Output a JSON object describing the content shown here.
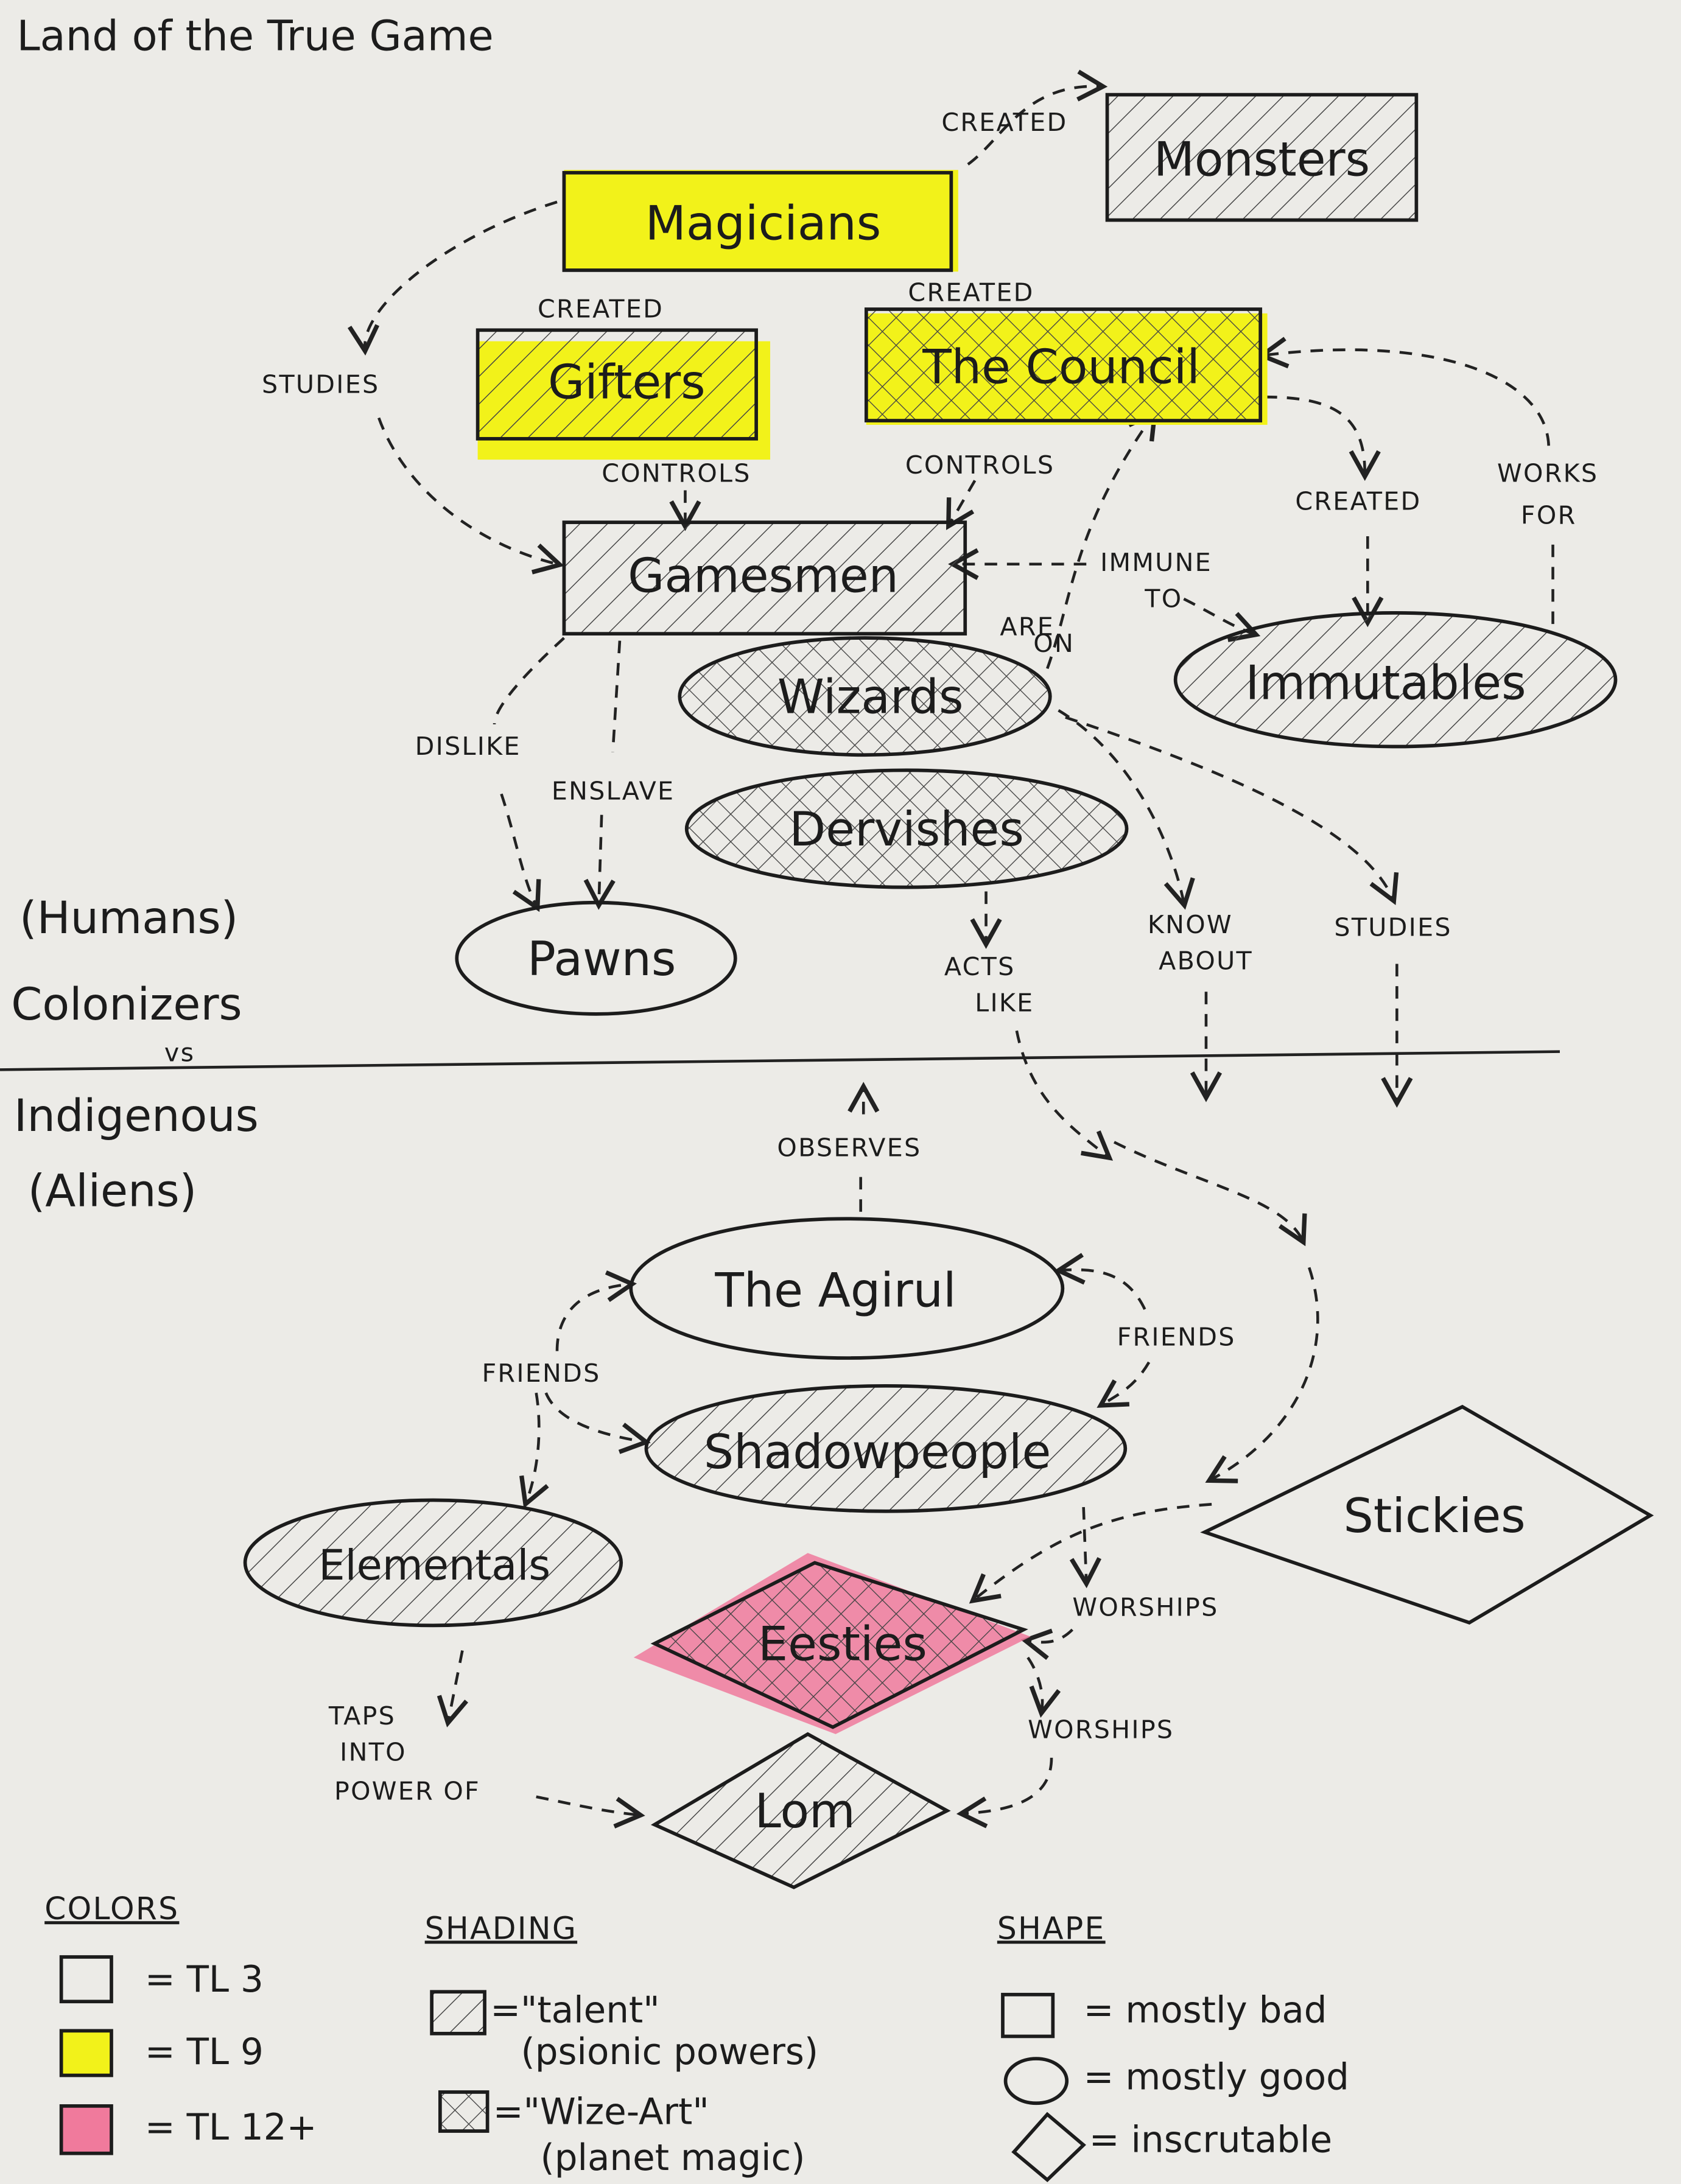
{
  "title": "Land of the True Game",
  "colors": {
    "paper": "#ecebe7",
    "tl9_yellow": "#f2f21a",
    "tl12_pink": "#f07a9c",
    "ink": "#1c1c1c"
  },
  "side_labels": {
    "humans": "(Humans)",
    "colonizers": "Colonizers",
    "vs": "vs",
    "indigenous": "Indigenous",
    "aliens": "(Aliens)"
  },
  "nodes": {
    "magicians": "Magicians",
    "monsters": "Monsters",
    "gifters": "Gifters",
    "council": "The Council",
    "gamesmen": "Gamesmen",
    "wizards": "Wizards",
    "dervishes": "Dervishes",
    "immutables": "Immutables",
    "pawns": "Pawns",
    "agirul": "The Agirul",
    "shadowpeople": "Shadowpeople",
    "elementals": "Elementals",
    "stickies": "Stickies",
    "eesties": "Eesties",
    "lom": "Lom"
  },
  "edges": {
    "magicians_monsters": "CREATED",
    "magicians_gifters": "CREATED",
    "magicians_council": "CREATED",
    "magicians_gamesmen": "STUDIES",
    "gifters_gamesmen": "CONTROLS",
    "council_gamesmen": "CONTROLS",
    "council_immutables": "CREATED",
    "immutables_council": [
      "WORKS",
      "FOR"
    ],
    "gamesmen_immutables": [
      "IMMUNE",
      "TO"
    ],
    "wizards_council": [
      "ARE",
      "ON"
    ],
    "gamesmen_pawns_dislike": "DISLIKE",
    "gamesmen_pawns_enslave": "ENSLAVE",
    "dervishes_acts_like": [
      "ACTS",
      "LIKE"
    ],
    "wizards_know_about": [
      "KNOW",
      "ABOUT"
    ],
    "wizards_studies": "STUDIES",
    "agirul_observes": "OBSERVES",
    "friends_left": "FRIENDS",
    "friends_right": "FRIENDS",
    "worships_1": "WORSHIPS",
    "worships_2": "WORSHIPS",
    "taps_into": [
      "TAPS",
      "INTO",
      "POWER OF"
    ]
  },
  "legend": {
    "colors": {
      "heading": "COLORS",
      "items": [
        "= TL 3",
        "= TL 9",
        "= TL 12+"
      ]
    },
    "shading": {
      "heading": "SHADING",
      "items": [
        [
          "=\"talent\"",
          "(psionic powers)"
        ],
        [
          "=\"Wize-Art\"",
          "(planet magic)"
        ]
      ]
    },
    "shape": {
      "heading": "SHAPE",
      "items": [
        "= mostly bad",
        "= mostly good",
        "= inscrutable"
      ]
    }
  }
}
